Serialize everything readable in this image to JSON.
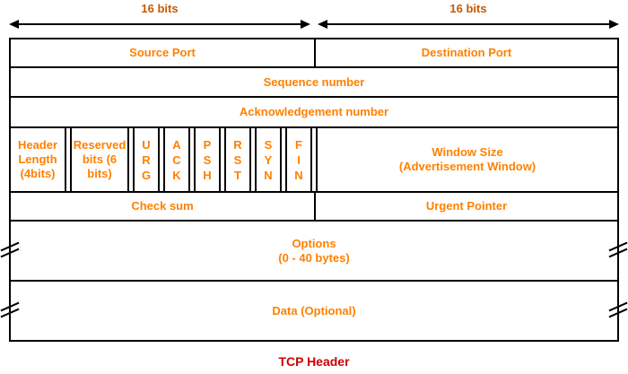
{
  "header": {
    "left_bits_label": "16 bits",
    "right_bits_label": "16 bits"
  },
  "fields": {
    "source_port": "Source Port",
    "destination_port": "Destination Port",
    "sequence_number": "Sequence number",
    "acknowledgement_number": "Acknowledgement number",
    "header_length": "Header Length (4bits)",
    "reserved_bits": "Reserved bits (6 bits)",
    "flags": [
      {
        "name": "URG",
        "letters": [
          "U",
          "R",
          "G"
        ]
      },
      {
        "name": "ACK",
        "letters": [
          "A",
          "C",
          "K"
        ]
      },
      {
        "name": "PSH",
        "letters": [
          "P",
          "S",
          "H"
        ]
      },
      {
        "name": "RST",
        "letters": [
          "R",
          "S",
          "T"
        ]
      },
      {
        "name": "SYN",
        "letters": [
          "S",
          "Y",
          "N"
        ]
      },
      {
        "name": "FIN",
        "letters": [
          "F",
          "I",
          "N"
        ]
      }
    ],
    "window_size": {
      "line1": "Window Size",
      "line2": "(Advertisement Window)"
    },
    "checksum": "Check sum",
    "urgent_pointer": "Urgent Pointer",
    "options": {
      "line1": "Options",
      "line2": "(0 - 40 bytes)"
    },
    "data": "Data (Optional)"
  },
  "caption": "TCP Header",
  "colors": {
    "field_text": "#FF8000",
    "bits_label_text": "#C55A00",
    "caption_text": "#CC0000",
    "border": "#000000",
    "background": "#FFFFFF"
  }
}
